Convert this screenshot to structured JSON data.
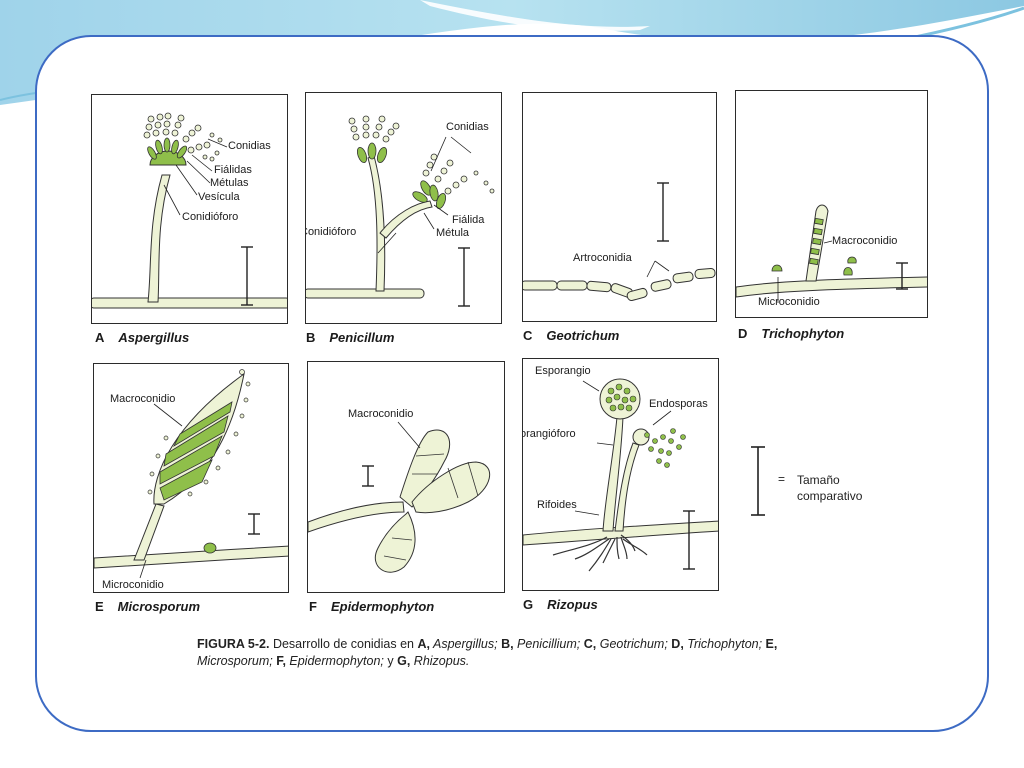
{
  "panels": [
    {
      "letter": "A",
      "genus": "Aspergillus",
      "labels": [
        "Conidias",
        "Fiálidas",
        "Métulas",
        "Vesícula",
        "Conidióforo"
      ]
    },
    {
      "letter": "B",
      "genus": "Penicillum",
      "labels": [
        "Conidias",
        "Conidióforo",
        "Fiálida",
        "Métula"
      ]
    },
    {
      "letter": "C",
      "genus": "Geotrichum",
      "labels": [
        "Artroconidia"
      ]
    },
    {
      "letter": "D",
      "genus": "Trichophyton",
      "labels": [
        "Macroconidio",
        "Microconidio"
      ]
    },
    {
      "letter": "E",
      "genus": "Microsporum",
      "labels": [
        "Macroconidio",
        "Microconidio"
      ]
    },
    {
      "letter": "F",
      "genus": "Epidermophyton",
      "labels": [
        "Macroconidio"
      ]
    },
    {
      "letter": "G",
      "genus": "Rizopus",
      "labels": [
        "Esporangio",
        "Endosporas",
        "Esporangióforo",
        "Rifoides"
      ]
    }
  ],
  "legend": {
    "equals": "=",
    "line1": "Tamaño",
    "line2": "comparativo"
  },
  "caption": {
    "fig": "FIGURA 5-2.",
    "t1": " Desarrollo de conidias en ",
    "a": "A,",
    "a_name": " Aspergillus;",
    "b": " B,",
    "b_name": " Penicillium;",
    "c": " C,",
    "c_name": " Geotrichum;",
    "d": " D,",
    "d_name": " Trichophyton;",
    "e": " E,",
    "e_name": " Microsporum;",
    "f": " F,",
    "f_name": " Epidermophyton;",
    "y": " y",
    "g": " G,",
    "g_name": " Rhizopus."
  },
  "colors": {
    "fungus_green": "#8fbf4a",
    "hypha_fill": "#eef3d6",
    "frame_blue": "#3d6bc4",
    "header_blue": "#8ccbe6"
  }
}
